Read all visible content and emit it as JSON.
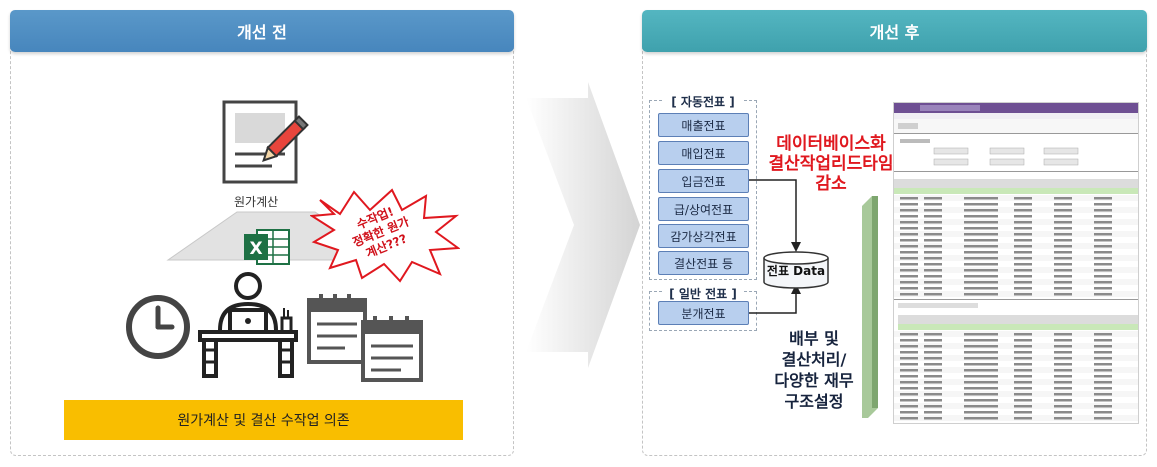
{
  "before": {
    "header": "개선 전",
    "document_label": "원가계산",
    "bubble_text": "수작업!\n정확한 원가\n계산???",
    "bottom_label": "원가계산 및 결산 수작업 의존"
  },
  "after": {
    "header": "개선 후",
    "auto_group_title": "[ 자동전표 ]",
    "auto_vouchers": [
      "매출전표",
      "매입전표",
      "입금전표",
      "급/상여전표",
      "감가상각전표",
      "결산전표 등"
    ],
    "general_group_title": "[ 일반 전표 ]",
    "general_vouchers": [
      "분개전표"
    ],
    "database_label": "전표 Data",
    "red_callout": "데이터베이스화\n결산작업리드타임\n감소",
    "blue_callout": "배부 및\n결산처리/\n다양한 재무\n구조설정"
  },
  "colors": {
    "before_header": "#4786bd",
    "after_header": "#3fa1ad",
    "bottom_bar": "#f9be00",
    "voucher_fill": "#b8cfee",
    "red_text": "#e0181f",
    "excel_green": "#1e7145"
  },
  "icons": [
    "document-edit-icon",
    "excel-icon",
    "clock-icon",
    "worker-at-desk-icon",
    "calendar-icon",
    "arrow-right-icon",
    "database-icon"
  ]
}
